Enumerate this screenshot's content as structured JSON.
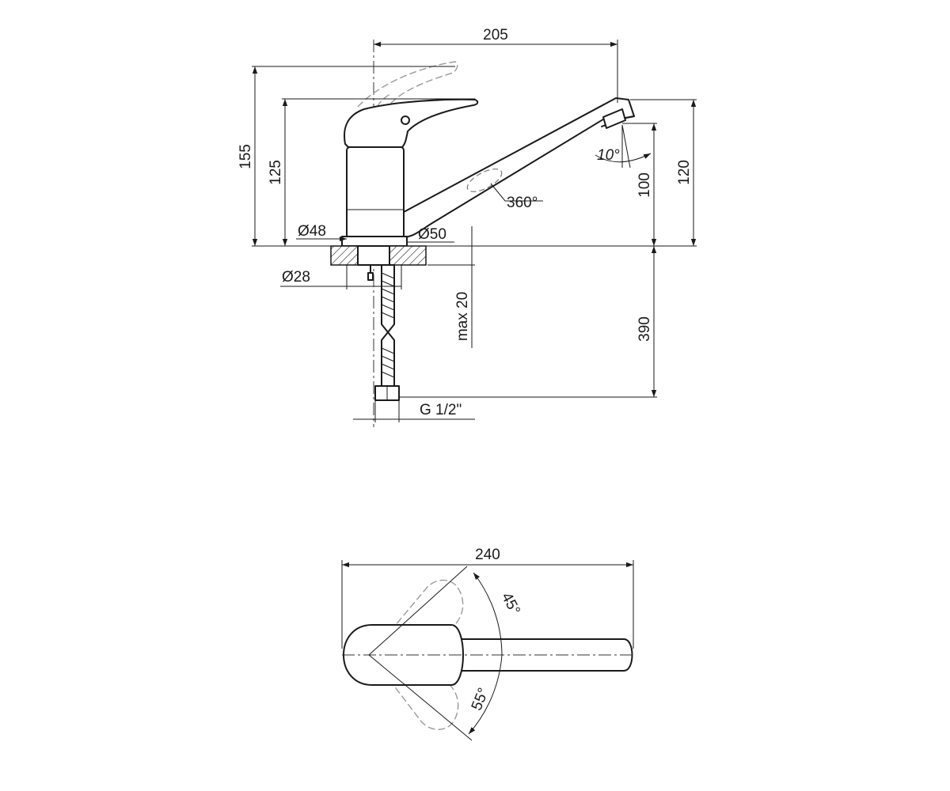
{
  "side_view": {
    "dimensions": {
      "spout_reach": "205",
      "overall_height": "155",
      "body_height": "125",
      "spout_outlet_height": "120",
      "spout_clearance": "100",
      "outlet_angle": "10°",
      "spout_rotation": "360°",
      "body_diameter": "Ø48",
      "base_diameter": "Ø50",
      "mounting_diameter": "Ø28",
      "max_counter_thickness": "max 20",
      "hose_length": "390",
      "connection_thread": "G 1/2\""
    }
  },
  "top_view": {
    "dimensions": {
      "overall_length": "240",
      "lever_swing_left": "45°",
      "lever_swing_right": "55°"
    }
  }
}
